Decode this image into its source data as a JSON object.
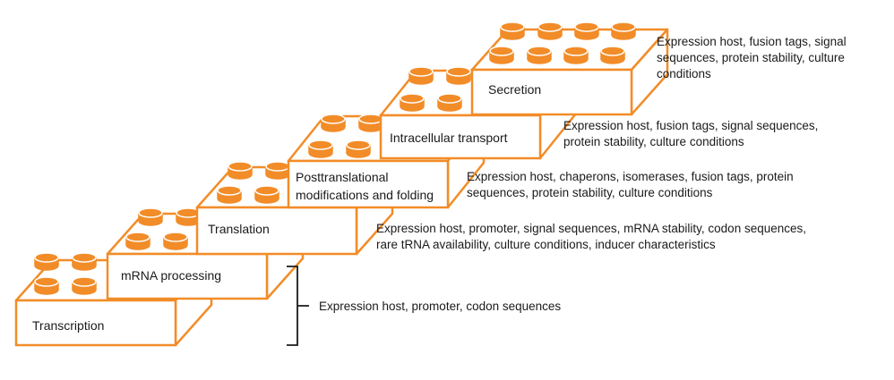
{
  "colors": {
    "brick_stroke": "#f28c28",
    "stud_fill": "#f28c28",
    "text": "#1a1a1a",
    "background": "#ffffff"
  },
  "steps": [
    {
      "label_lines": [
        "Transcription"
      ],
      "description_lines": [
        "Expression host, promoter, codon sequences"
      ]
    },
    {
      "label_lines": [
        "mRNA processing"
      ],
      "description_lines": []
    },
    {
      "label_lines": [
        "Translation"
      ],
      "description_lines": [
        "Expression host, promoter, signal sequences, mRNA stability, codon sequences,",
        "rare tRNA availability, culture conditions, inducer characteristics"
      ]
    },
    {
      "label_lines": [
        "Posttranslational",
        "modifications and folding"
      ],
      "description_lines": [
        "Expression host, chaperons, isomerases, fusion tags, protein",
        "sequences, protein  stability, culture conditions"
      ]
    },
    {
      "label_lines": [
        "Intracellular transport"
      ],
      "description_lines": [
        "Expression host, fusion tags, signal sequences,",
        "protein  stability, culture conditions"
      ]
    },
    {
      "label_lines": [
        "Secretion"
      ],
      "description_lines": [
        "Expression host, fusion tags, signal",
        "sequences, protein  stability, culture",
        "conditions"
      ]
    }
  ]
}
